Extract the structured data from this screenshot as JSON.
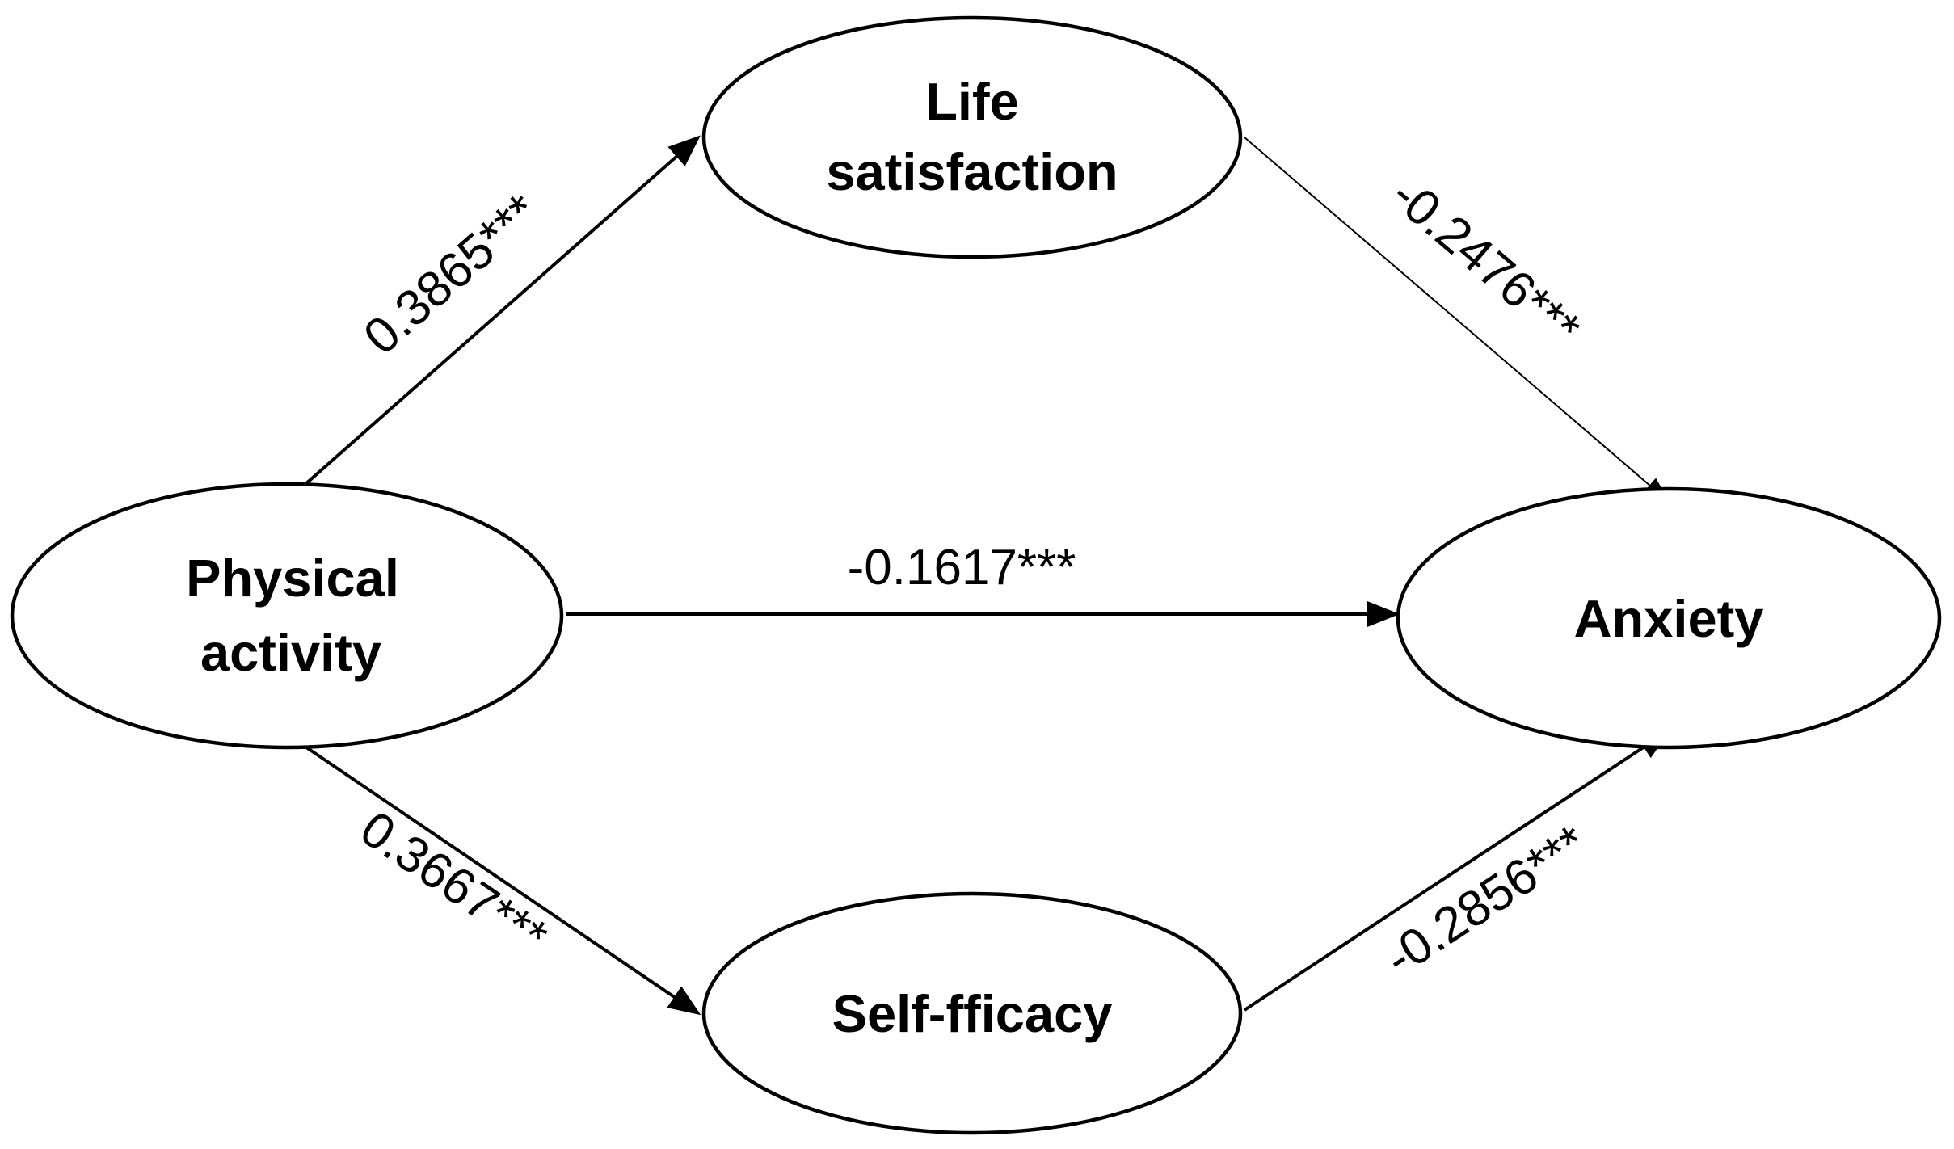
{
  "nodes": {
    "physical_activity": {
      "lines": [
        "Physical",
        "activity"
      ]
    },
    "life_satisfaction": {
      "lines": [
        "Life",
        "satisfaction"
      ]
    },
    "self_efficacy": {
      "lines": [
        "Self-fficacy"
      ]
    },
    "anxiety": {
      "lines": [
        "Anxiety"
      ]
    }
  },
  "paths": {
    "pa_to_ls": {
      "from": "Physical activity",
      "to": "Life satisfaction",
      "coefficient": "0.3865***"
    },
    "ls_to_anx": {
      "from": "Life satisfaction",
      "to": "Anxiety",
      "coefficient": "-0.2476***"
    },
    "pa_to_anx": {
      "from": "Physical activity",
      "to": "Anxiety",
      "coefficient": "-0.1617***"
    },
    "pa_to_se": {
      "from": "Physical activity",
      "to": "Self-fficacy",
      "coefficient": "0.3667***"
    },
    "se_to_anx": {
      "from": "Self-fficacy",
      "to": "Anxiety",
      "coefficient": "-0.2856***"
    }
  },
  "colors": {
    "stroke": "#000000",
    "fill": "#ffffff",
    "text": "#000000"
  }
}
